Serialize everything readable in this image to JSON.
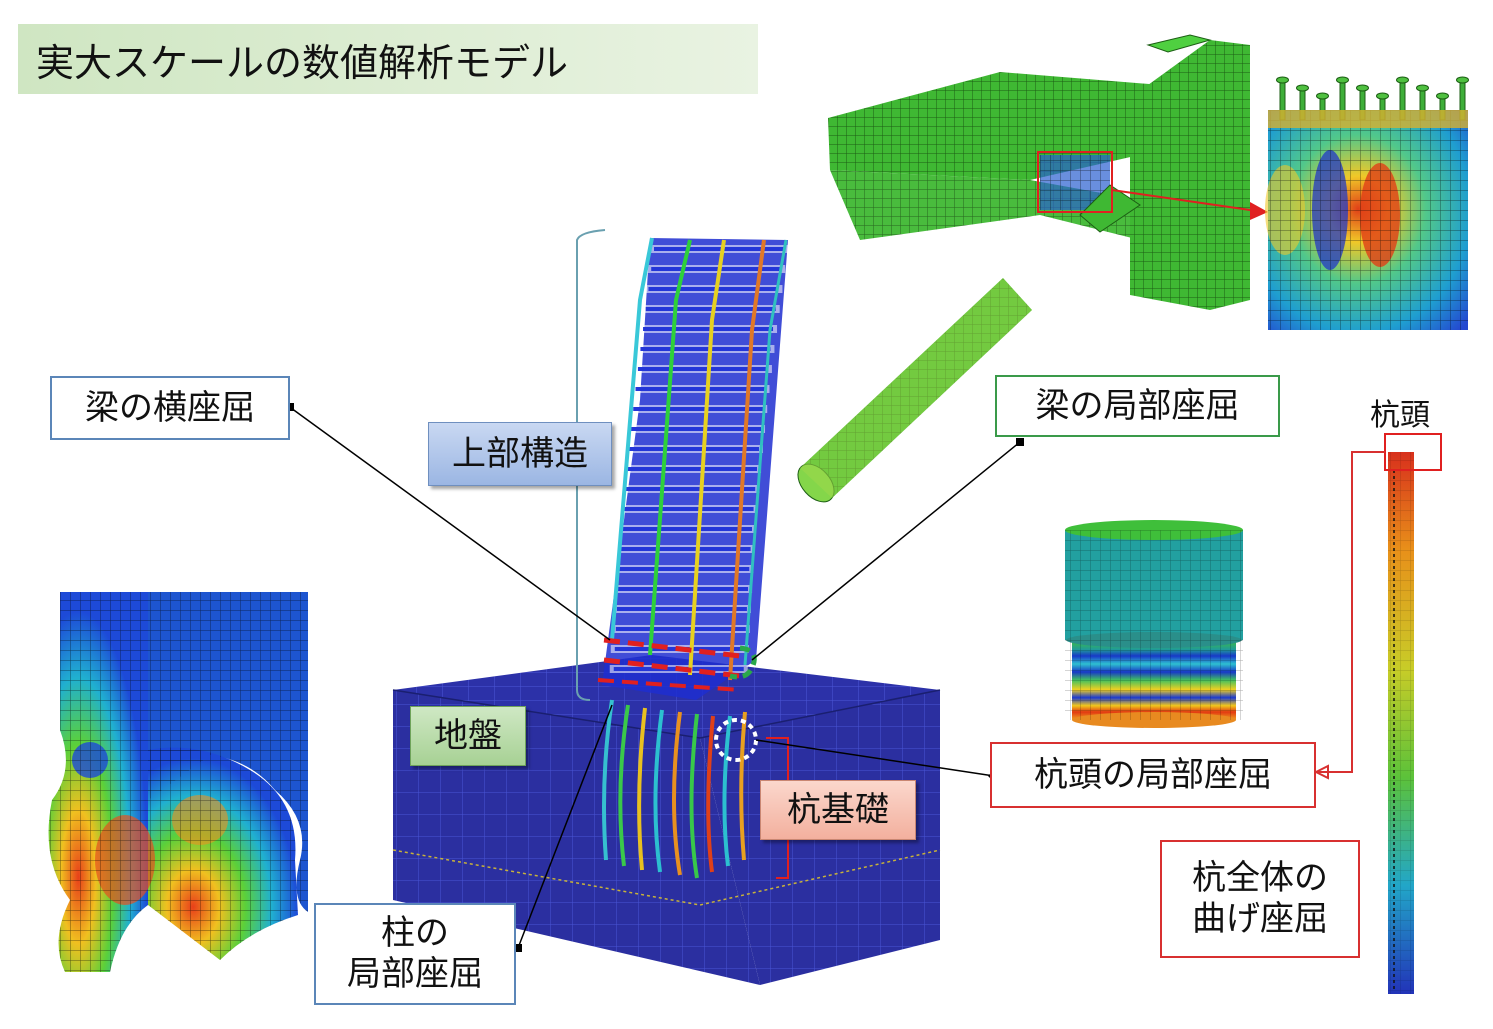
{
  "title": "実大スケールの数値解析モデル",
  "labels": {
    "beam_lateral_buckling": "梁の横座屈",
    "superstructure": "上部構造",
    "beam_local_buckling": "梁の局部座屈",
    "pile_head": "杭頭",
    "ground": "地盤",
    "pile_foundation": "杭基礎",
    "pile_head_local_buckling": "杭頭の局部座屈",
    "column_local_buckling_line1": "柱の",
    "column_local_buckling_line2": "局部座屈",
    "pile_global_buckling_line1": "杭全体の",
    "pile_global_buckling_line2": "曲げ座屈"
  },
  "colors": {
    "title_bg": "#cfe6c2",
    "ground_mesh": "#2a2fa6",
    "leader_black": "#000000",
    "leader_red": "#d83030",
    "highlight_red": "#e02020",
    "highlight_green": "#2aa84a"
  }
}
